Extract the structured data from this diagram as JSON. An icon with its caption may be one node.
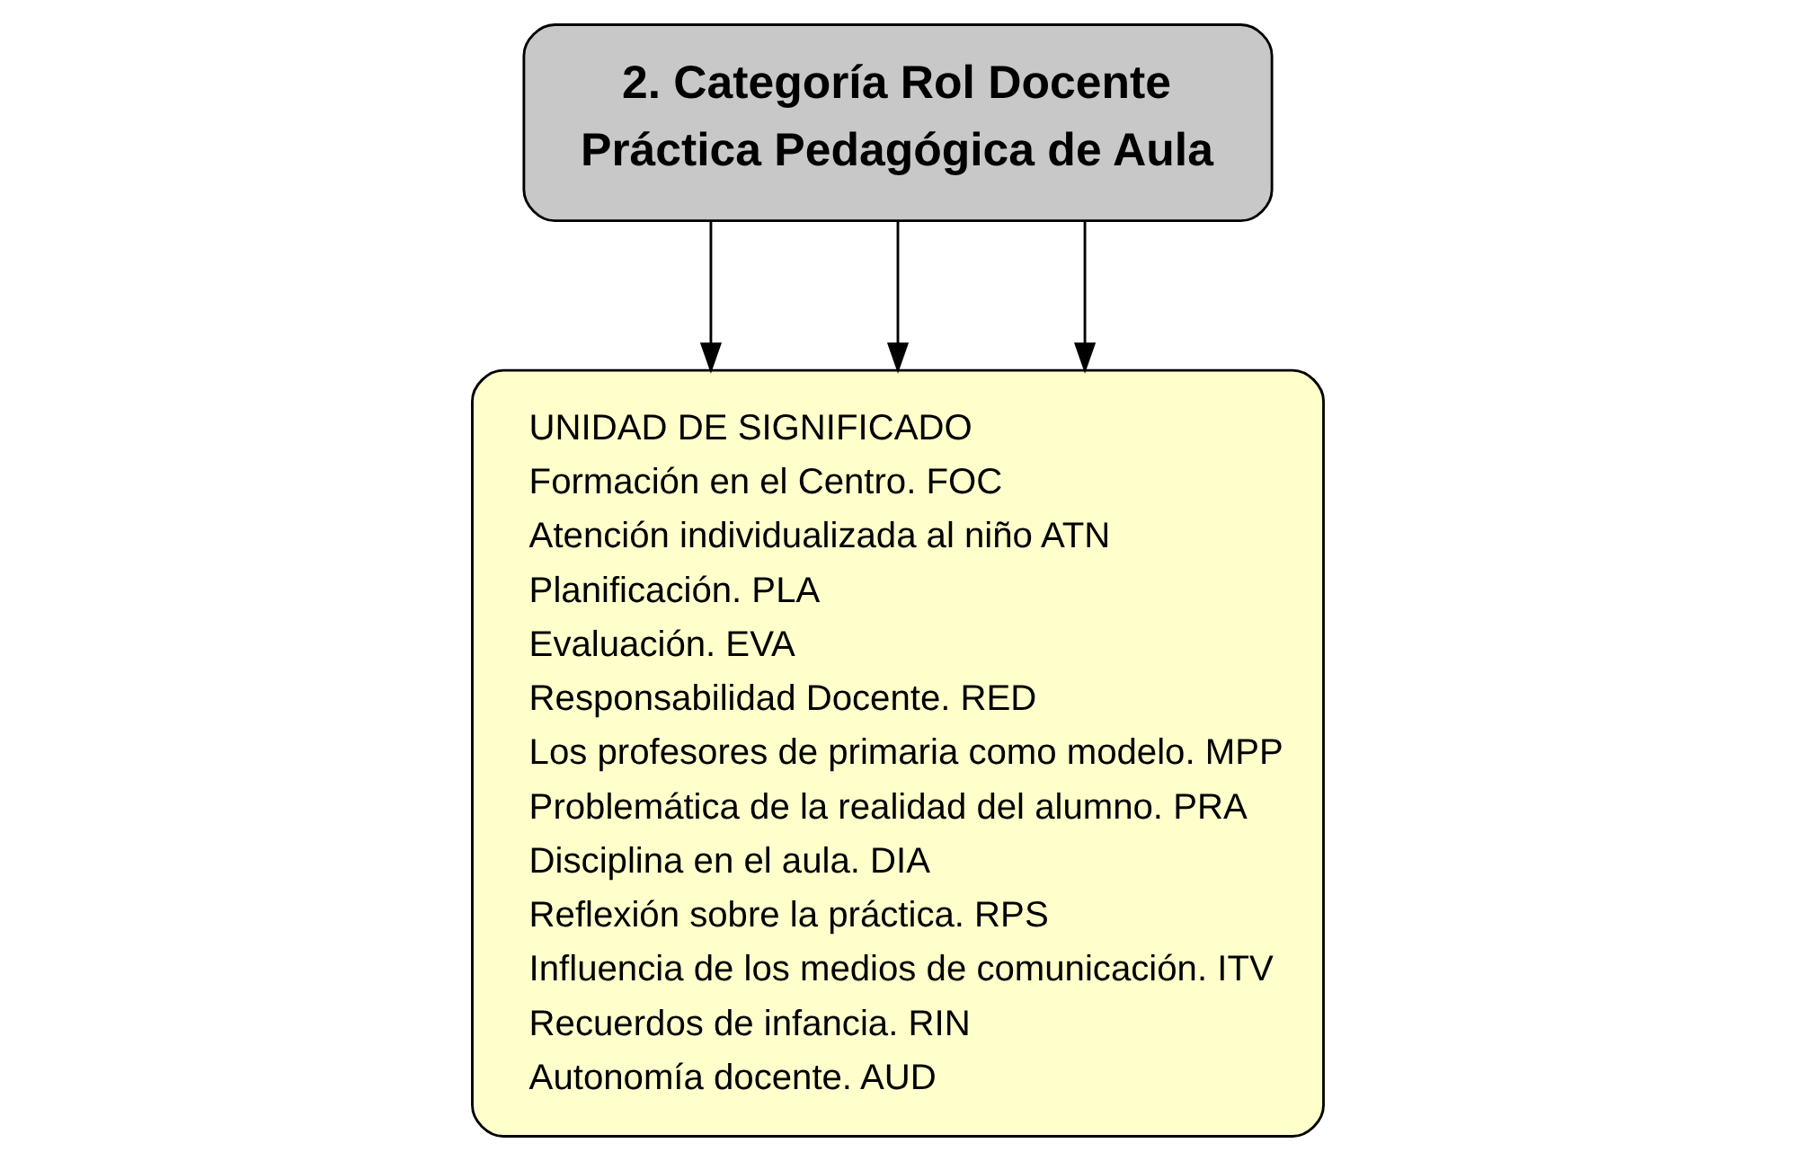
{
  "diagram": {
    "nodes": [
      {
        "text": [
          "2. Categoría Rol Docente",
          "Práctica Pedagógica de Aula"
        ]
      },
      {
        "text": [
          "UNIDAD DE SIGNIFICADO",
          "Formación en el Centro. FOC",
          "Atención individualizada al niño ATN",
          "Planificación. PLA",
          "Evaluación. EVA",
          "Responsabilidad Docente. RED",
          "Los profesores de primaria como modelo. MPP",
          "Problemática de la realidad del alumno. PRA",
          "Disciplina en el aula. DIA",
          "Reflexión sobre la práctica. RPS",
          "Influencia de los medios de comunicación. ITV",
          "Recuerdos de infancia. RIN",
          "Autonomía docente. AUD"
        ]
      }
    ],
    "edges": [
      {
        "from": 0,
        "to": 1,
        "arrow": "to"
      },
      {
        "from": 0,
        "to": 1,
        "arrow": "to"
      },
      {
        "from": 0,
        "to": 1,
        "arrow": "to"
      }
    ]
  }
}
